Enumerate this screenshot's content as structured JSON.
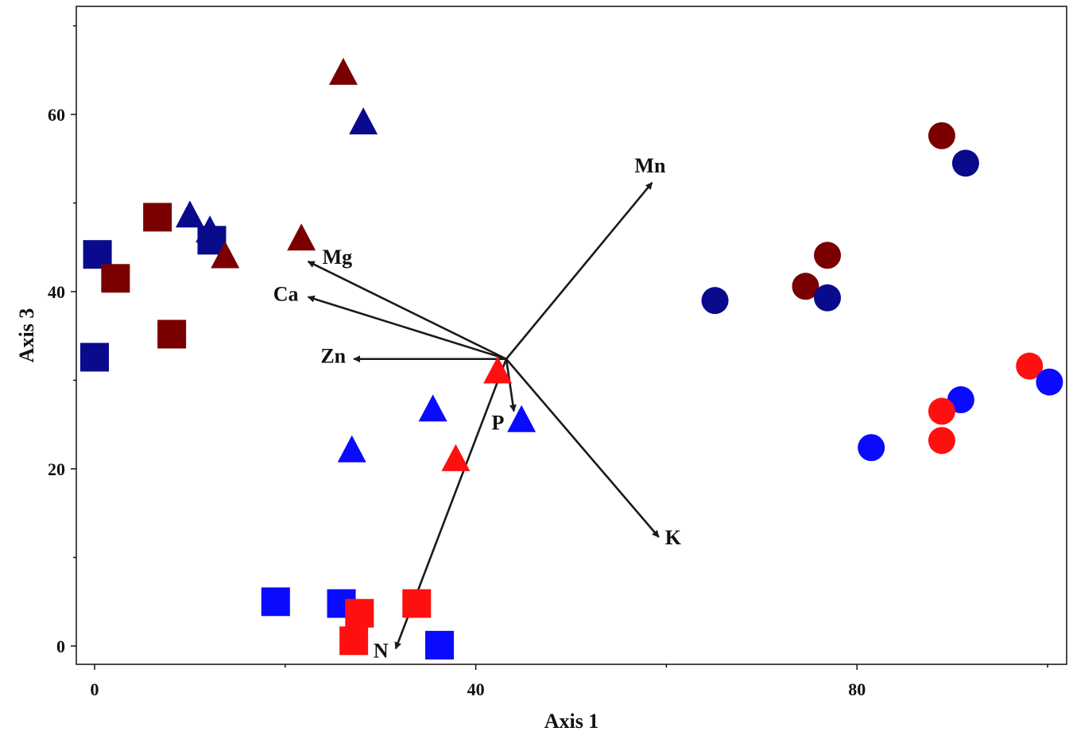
{
  "chart_data": {
    "type": "scatter",
    "title": "",
    "xlabel": "Axis 1",
    "ylabel": "Axis 3",
    "xlim": [
      -1,
      102
    ],
    "ylim": [
      -2,
      72
    ],
    "x_ticks": [
      0,
      40,
      80
    ],
    "x_minor_ticks": [
      20,
      60,
      100
    ],
    "y_ticks": [
      0,
      20,
      40,
      60
    ],
    "y_minor_ticks": [
      10,
      30,
      50,
      70
    ],
    "grid": false,
    "legend": "none",
    "colors": {
      "dark_red": "#7a0000",
      "navy": "#0a0a8c",
      "red": "#ff1010",
      "blue": "#0a0aff",
      "arrow": "#1a1a1a"
    },
    "points": [
      {
        "x": 0.3,
        "y": 44.2,
        "shape": "square",
        "color": "navy"
      },
      {
        "x": 0.0,
        "y": 32.6,
        "shape": "square",
        "color": "navy"
      },
      {
        "x": 2.2,
        "y": 41.5,
        "shape": "square",
        "color": "dark_red"
      },
      {
        "x": 6.6,
        "y": 48.4,
        "shape": "square",
        "color": "dark_red"
      },
      {
        "x": 8.1,
        "y": 35.2,
        "shape": "square",
        "color": "dark_red"
      },
      {
        "x": 12.3,
        "y": 45.8,
        "shape": "square",
        "color": "navy"
      },
      {
        "x": 19.0,
        "y": 5.0,
        "shape": "square",
        "color": "blue"
      },
      {
        "x": 25.9,
        "y": 4.8,
        "shape": "square",
        "color": "blue"
      },
      {
        "x": 27.8,
        "y": 3.7,
        "shape": "square",
        "color": "red"
      },
      {
        "x": 27.2,
        "y": 0.6,
        "shape": "square",
        "color": "red"
      },
      {
        "x": 33.8,
        "y": 4.8,
        "shape": "square",
        "color": "red"
      },
      {
        "x": 36.2,
        "y": 0.1,
        "shape": "square",
        "color": "blue"
      },
      {
        "x": 26.1,
        "y": 64.6,
        "shape": "triangle",
        "color": "dark_red"
      },
      {
        "x": 28.2,
        "y": 59.0,
        "shape": "triangle",
        "color": "navy"
      },
      {
        "x": 10.0,
        "y": 48.5,
        "shape": "triangle",
        "color": "navy"
      },
      {
        "x": 12.1,
        "y": 46.8,
        "shape": "triangle",
        "color": "navy"
      },
      {
        "x": 13.7,
        "y": 43.9,
        "shape": "triangle",
        "color": "dark_red"
      },
      {
        "x": 21.7,
        "y": 45.9,
        "shape": "triangle",
        "color": "dark_red"
      },
      {
        "x": 42.3,
        "y": 30.9,
        "shape": "triangle",
        "color": "red"
      },
      {
        "x": 35.5,
        "y": 26.6,
        "shape": "triangle",
        "color": "blue"
      },
      {
        "x": 44.8,
        "y": 25.4,
        "shape": "triangle",
        "color": "blue"
      },
      {
        "x": 27.0,
        "y": 22.0,
        "shape": "triangle",
        "color": "blue"
      },
      {
        "x": 37.9,
        "y": 21.0,
        "shape": "triangle",
        "color": "red"
      },
      {
        "x": 88.9,
        "y": 57.6,
        "shape": "circle",
        "color": "dark_red"
      },
      {
        "x": 91.4,
        "y": 54.5,
        "shape": "circle",
        "color": "navy"
      },
      {
        "x": 76.9,
        "y": 44.1,
        "shape": "circle",
        "color": "dark_red"
      },
      {
        "x": 74.6,
        "y": 40.6,
        "shape": "circle",
        "color": "dark_red"
      },
      {
        "x": 76.9,
        "y": 39.3,
        "shape": "circle",
        "color": "navy"
      },
      {
        "x": 65.1,
        "y": 39.0,
        "shape": "circle",
        "color": "navy"
      },
      {
        "x": 98.1,
        "y": 31.6,
        "shape": "circle",
        "color": "red"
      },
      {
        "x": 100.2,
        "y": 29.8,
        "shape": "circle",
        "color": "blue"
      },
      {
        "x": 90.9,
        "y": 27.8,
        "shape": "circle",
        "color": "blue"
      },
      {
        "x": 88.9,
        "y": 26.5,
        "shape": "circle",
        "color": "red"
      },
      {
        "x": 88.9,
        "y": 23.2,
        "shape": "circle",
        "color": "red"
      },
      {
        "x": 81.5,
        "y": 22.4,
        "shape": "circle",
        "color": "blue"
      }
    ],
    "vectors": {
      "origin": {
        "x": 43.2,
        "y": 32.4
      },
      "items": [
        {
          "name": "Mn",
          "x": 58.5,
          "y": 52.3
        },
        {
          "name": "Mg",
          "x": 22.4,
          "y": 43.4
        },
        {
          "name": "Ca",
          "x": 22.4,
          "y": 39.4
        },
        {
          "name": "Zn",
          "x": 27.2,
          "y": 32.4
        },
        {
          "name": "P",
          "x": 44.0,
          "y": 26.5
        },
        {
          "name": "K",
          "x": 59.2,
          "y": 12.3
        },
        {
          "name": "N",
          "x": 31.6,
          "y": -0.3
        }
      ]
    }
  }
}
